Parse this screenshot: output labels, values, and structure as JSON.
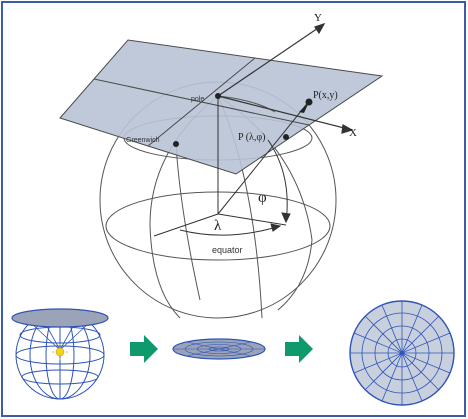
{
  "labels": {
    "axis_y": "Y",
    "axis_x": "X",
    "pole": "pole",
    "greenwich": "Greenwich",
    "point_plane": "P(x,y)",
    "point_sphere": "P (λ,φ)",
    "latitude": "φ",
    "longitude": "λ",
    "equator": "equator"
  },
  "colors": {
    "frame": "#3a5da8",
    "plane": "#b8c3d6",
    "plane_stroke": "#4a4a4a",
    "sphere_line": "#555555",
    "arrow": "#0e9a6c",
    "globe_line": "#2f54b8",
    "disc_fill": "#9aa3b8",
    "light": "#f4d320"
  },
  "icons": [
    "arrow-right-icon",
    "arrow-right-icon",
    "light-source-icon"
  ]
}
